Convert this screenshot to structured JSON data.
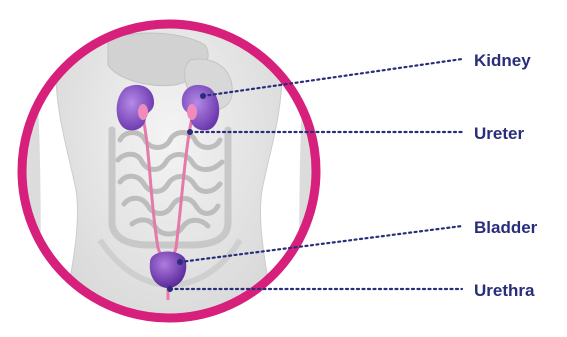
{
  "labels": {
    "kidney": "Kidney",
    "ureter": "Ureter",
    "bladder": "Bladder",
    "urethra": "Urethra"
  },
  "colors": {
    "ring": "#d6207c",
    "organ": "#7b3fb8",
    "organ_light": "#a77ad9",
    "ureter": "#e57aa8",
    "label_text": "#2a2d7a",
    "leader": "#2a2d7a",
    "body_fill": "#e8e8e8",
    "body_shadow": "#cfcfcf"
  }
}
